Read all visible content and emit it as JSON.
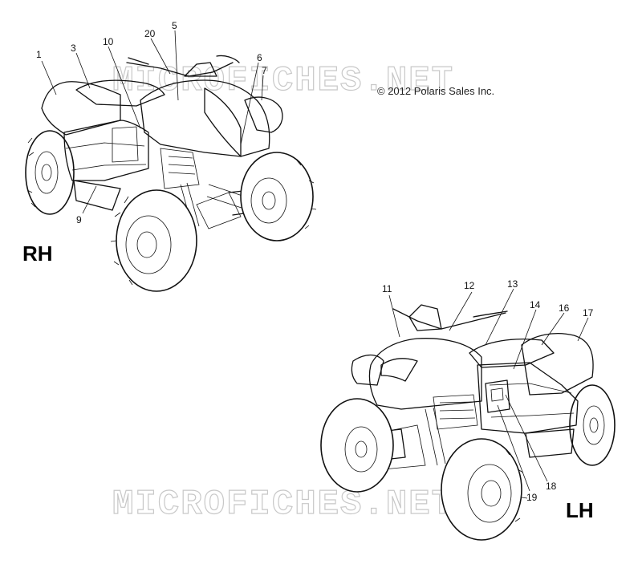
{
  "copyright": "© 2012 Polaris Sales Inc.",
  "watermark_top": "MICROFICHES.NET",
  "watermark_bottom": "MICROFICHES.NET",
  "views": {
    "rh": {
      "label": "RH",
      "callouts": [
        "1",
        "3",
        "10",
        "20",
        "5",
        "6",
        "7",
        "9"
      ]
    },
    "lh": {
      "label": "LH",
      "callouts": [
        "11",
        "12",
        "13",
        "14",
        "16",
        "17",
        "18",
        "19"
      ]
    }
  }
}
